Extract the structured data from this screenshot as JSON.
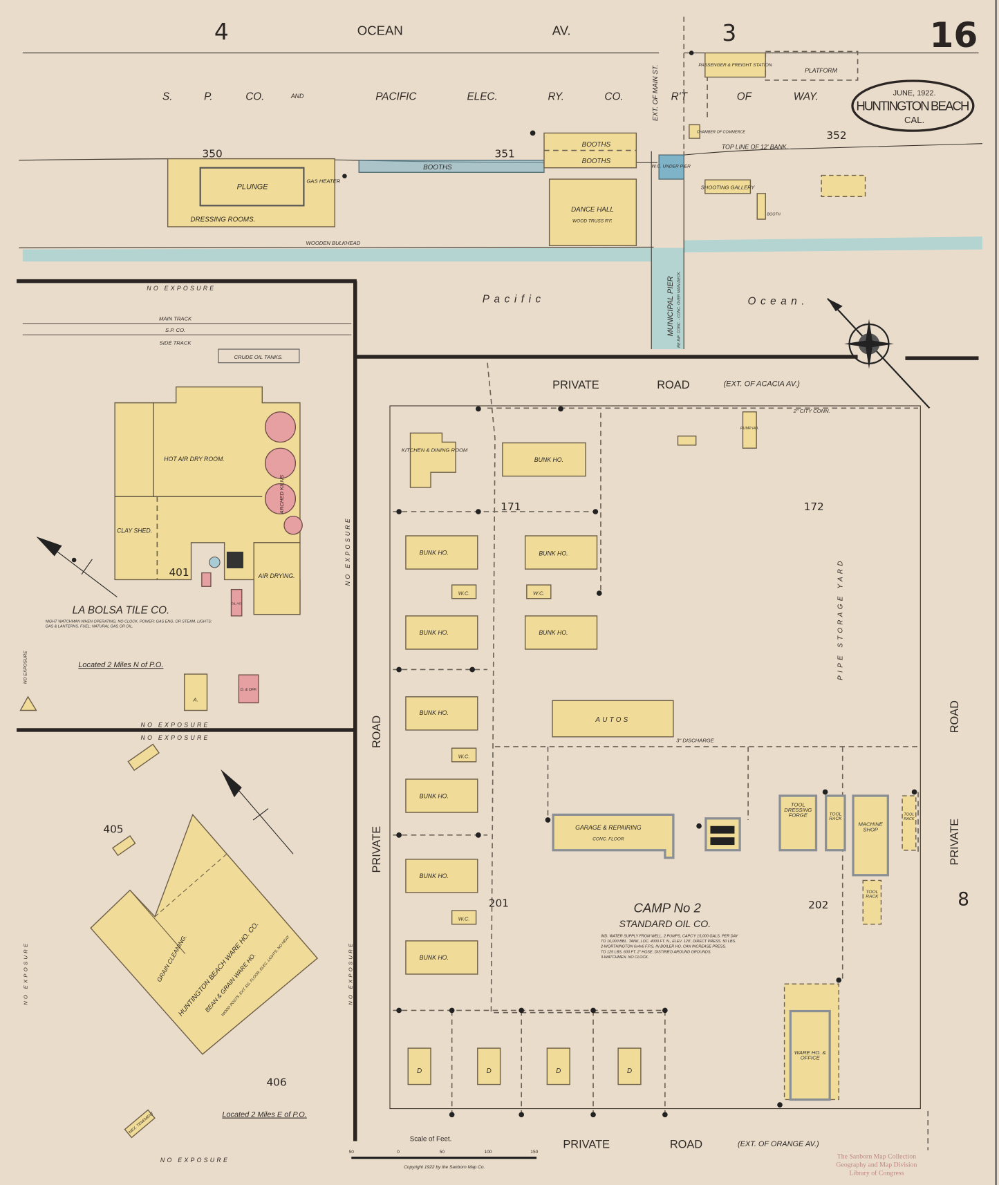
{
  "sheet": {
    "number": "16",
    "date": "JUNE, 1922.",
    "city": "HUNTINGTON BEACH",
    "state": "CAL.",
    "adjacent_left": "4",
    "adjacent_right": "3",
    "adjacent_bottom_right": "8"
  },
  "streets": {
    "ocean": "OCEAN",
    "av": "AV.",
    "row": [
      "S.",
      "P.",
      "CO.",
      "AND",
      "PACIFIC",
      "ELEC.",
      "RY.",
      "CO.",
      "R'T",
      "OF",
      "WAY."
    ],
    "ext_main": "EXT. OF MAIN ST.",
    "private": "PRIVATE",
    "road": "ROAD",
    "acacia": "(EXT. OF ACACIA AV.)",
    "orange": "(EXT. OF ORANGE AV.)",
    "top_line": "TOP LINE OF 12' BANK.",
    "bulkhead": "WOODEN BULKHEAD",
    "platform": "PLATFORM"
  },
  "water": {
    "pacific": "Pacific",
    "ocean": "Ocean.",
    "pier": "MUNICIPAL PIER",
    "pier_note": "RE-INF. CONC. - CONC. OVER MAIN DECK."
  },
  "blocks": {
    "b350": "350",
    "b351": "351",
    "b352": "352",
    "b171": "171",
    "b172": "172",
    "b201": "201",
    "b202": "202",
    "b401": "401",
    "b405": "405",
    "b406": "406"
  },
  "beach": {
    "plunge": "PLUNGE",
    "dressing": "DRESSING ROOMS.",
    "gas_heater": "GAS HEATER",
    "booths": "BOOTHS",
    "dance_hall": "DANCE HALL",
    "dance_note": "WOOD TRUSS R'F.",
    "wc_pier": "W.C. UNDER PIER",
    "station": "PASSENGER & FREIGHT STATION",
    "chamber": "CHAMBER OF COMMERCE",
    "shooting": "SHOOTING GALLERY",
    "booth": "BOOTH"
  },
  "tile": {
    "name": "LA BOLSA TILE CO.",
    "note1": "NIGHT WATCHMAN WHEN OPERATING, NO CLOCK. POWER: GAS ENG. OR STEAM. LIGHTS: GAS & LANTERNS. FUEL: NATURAL GAS OR OIL.",
    "located": "Located 2 Miles N of P.O.",
    "hot_air": "HOT AIR DRY ROOM.",
    "clay_shed": "CLAY SHED.",
    "air_drying": "AIR DRYING.",
    "kilns": "ARCHED KILNS",
    "crude_tanks": "CRUDE OIL TANKS.",
    "main_track": "MAIN TRACK",
    "sp_co": "S.P. CO.",
    "side_track": "SIDE TRACK",
    "no_exposure": "NO EXPOSURE",
    "oil_ho": "OIL HO.",
    "d_off": "D. & OFF.",
    "a": "A."
  },
  "warehouse": {
    "name": "HUNTINGTON BEACH WARE HO. CO.",
    "sub": "BEAN & GRAIN WARE HO.",
    "note": "WOOD POSTS, EXT. RS. FLOOR, ELEC. LIGHTS, NO HEAT",
    "grain": "GRAIN CLEANING.",
    "located": "Located 2 Miles E of P.O.",
    "tenement": "MEX. TENEMENT"
  },
  "camp": {
    "title": "CAMP No 2",
    "company": "STANDARD OIL CO.",
    "notes": [
      "IND. WATER SUPPLY FROM WELL, 2 PUMPS, CAPC'Y 15,000 GALS. PER DAY",
      "TO 16,000 BBL. TANK, LOC. 4000 FT. N., ELEV. 120', DIRECT PRESS. 50 LBS.",
      "2-WORTHINGTON 6x4x6 F.P.S. IN BOILER HO. CAN INCREASE PRESS.",
      "TO 125 LBS. 600 FT. 2\" HOSE. DISTRIB'D AROUND GROUNDS.",
      "3-WATCHMEN. NO CLOCK."
    ],
    "kitchen": "KITCHEN & DINING ROOM",
    "bunk": "BUNK HO.",
    "wc": "W.C.",
    "autos": "AUTOS",
    "garage": "GARAGE & REPAIRING",
    "garage_note": "CONC. FLOOR",
    "tool_forge": "TOOL DRESSING FORGE",
    "tool_rack": "TOOL RACK",
    "machine": "MACHINE SHOP",
    "warehouse_office": "WARE HO. & OFFICE",
    "pump": "PUMP HO.",
    "pipe_yard": "PIPE STORAGE YARD",
    "d": "D",
    "discharge": "3\" DISCHARGE",
    "city_conn": "2\" CITY CONN."
  },
  "footer": {
    "scale": "Scale of Feet.",
    "scale_ticks": [
      "50",
      "0",
      "50",
      "100",
      "150"
    ],
    "copyright": "Copyright 1922 by the Sanborn Map Co.",
    "stamp": [
      "The Sanborn Map Collection",
      "Geography and Map Division",
      "Library of Congress"
    ]
  },
  "colors": {
    "paper": "#eadccb",
    "frame": "#f0dc98",
    "brick": "#e6a0a2",
    "concrete": "#7fb4c8",
    "water": "#b4d4d2"
  }
}
